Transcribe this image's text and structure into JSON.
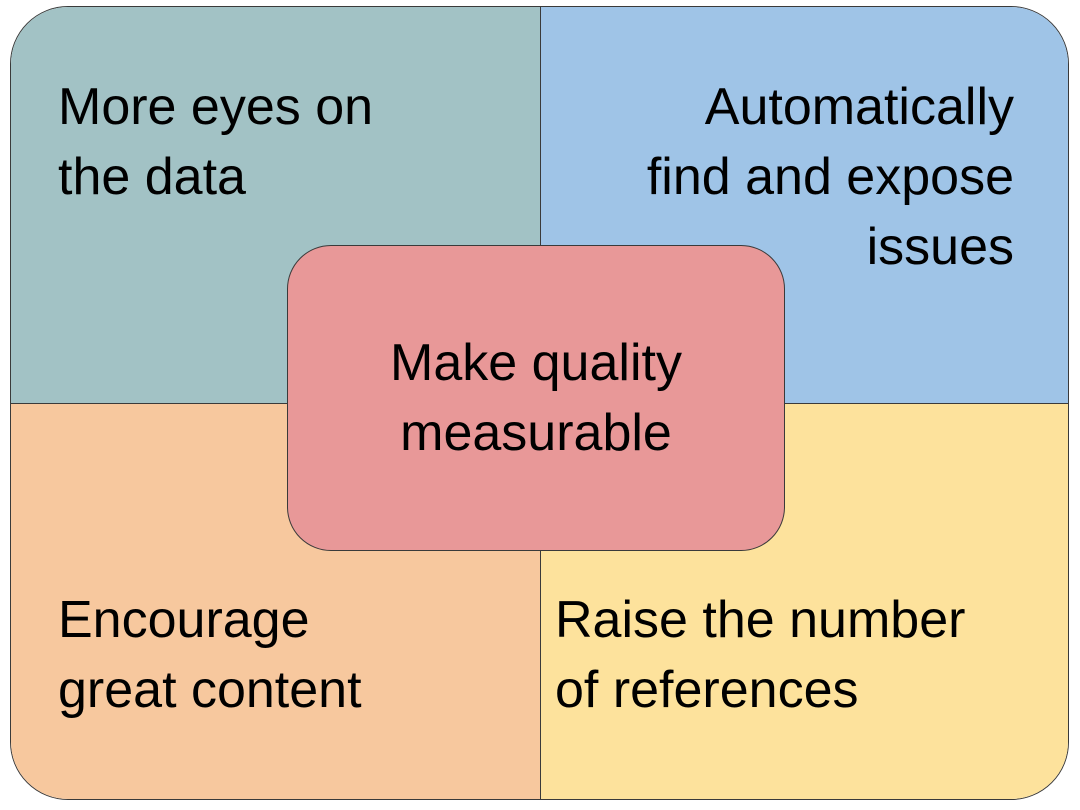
{
  "quadrants": {
    "top_left": {
      "text": "More eyes on\nthe data",
      "color": "#a2c2c5"
    },
    "top_right": {
      "text": "Automatically\nfind and expose\nissues",
      "color": "#9fc4e7"
    },
    "bottom_left": {
      "text": "Encourage\ngreat content",
      "color": "#f7c89e"
    },
    "bottom_right": {
      "text": "Raise the number\nof references",
      "color": "#fde29c"
    }
  },
  "center": {
    "text": "Make quality\nmeasurable",
    "color": "#e89898"
  }
}
